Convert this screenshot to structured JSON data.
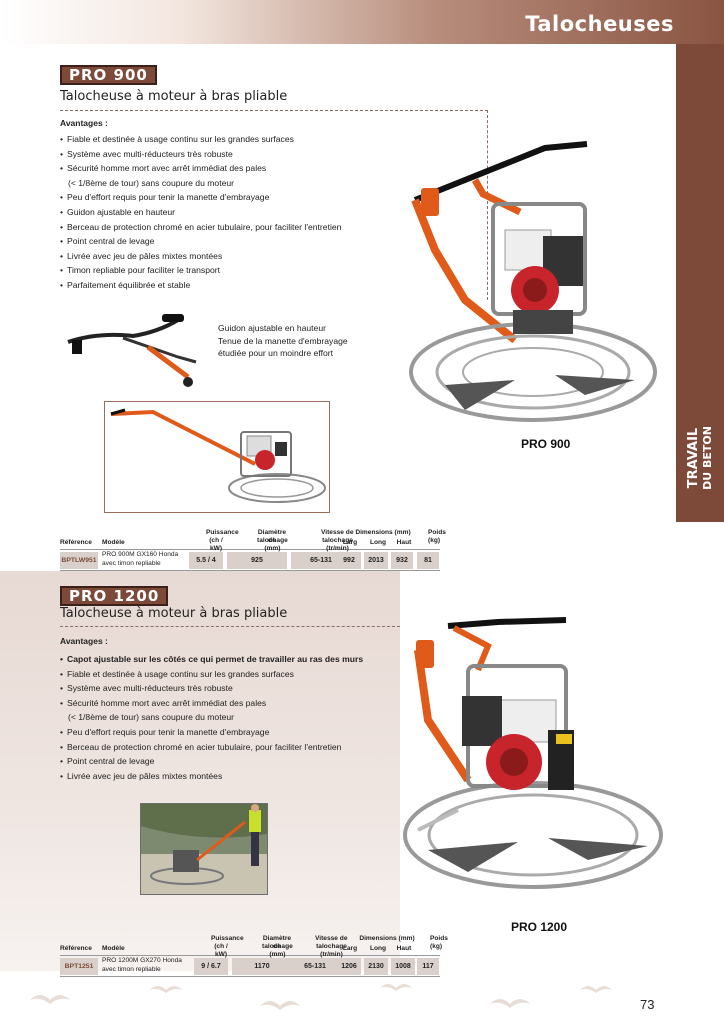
{
  "header": {
    "title": "Talocheuses"
  },
  "side_tab": {
    "line1": "TRAVAIL",
    "line2": "DU BETON"
  },
  "pro900": {
    "label": "PRO 900",
    "subtitle": "Talocheuse à moteur à bras pliable",
    "advantages_title": "Avantages :",
    "advantages": [
      "Fiable et destinée à usage continu sur les grandes surfaces",
      "Système avec multi-réducteurs très robuste",
      "Sécurité homme mort avec arrêt immédiat des pales",
      "(< 1/8ème de tour) sans coupure du moteur",
      "Peu d'effort requis pour tenir la manette d'embrayage",
      "Guidon ajustable en hauteur",
      "Berceau de protection chromé en acier tubulaire, pour faciliter l'entretien",
      "Point central de levage",
      "Livrée avec jeu de pâles mixtes montées",
      "Timon repliable pour faciliter le transport",
      "Parfaitement équilibrée et stable"
    ],
    "caption": [
      "Guidon ajustable en hauteur",
      "Tenue de la manette d'embrayage",
      "étudiée pour un moindre effort"
    ],
    "machine_name": "PRO 900",
    "table": {
      "headers": {
        "reference": "Référence",
        "modele": "Modèle",
        "puissance": "Puissance",
        "puissance_unit": "(ch / kW)",
        "diametre": "Diamètre de",
        "diametre_unit": "talochage (mm)",
        "vitesse": "Vitesse de",
        "vitesse_unit": "talochage (tr/min)",
        "dimensions": "Dimensions (mm)",
        "larg": "Larg",
        "long": "Long",
        "haut": "Haut",
        "poids": "Poids",
        "poids_unit": "(kg)"
      },
      "row": {
        "reference": "BPTLW951",
        "modele_1": "PRO 900M GX160 Honda",
        "modele_2": "avec timon repliable",
        "puissance": "5.5 / 4",
        "diametre": "925",
        "vitesse": "65-131",
        "larg": "992",
        "long": "2013",
        "haut": "932",
        "poids": "81"
      }
    }
  },
  "pro1200": {
    "label": "PRO 1200",
    "subtitle": "Talocheuse à moteur à bras pliable",
    "advantages_title": "Avantages :",
    "advantages_bold": "Capot ajustable sur les côtés ce qui permet de travailler au ras des murs",
    "advantages": [
      "Fiable et destinée à usage continu sur les grandes surfaces",
      "Système avec multi-réducteurs très robuste",
      "Sécurité homme mort avec arrêt immédiat des pales",
      "(< 1/8ème de tour) sans coupure du moteur",
      "Peu d'effort requis pour tenir la manette d'embrayage",
      "Berceau de protection chromé en acier tubulaire, pour faciliter l'entretien",
      "Point central de levage",
      "Livrée avec jeu de pâles mixtes montées"
    ],
    "machine_name": "PRO 1200",
    "table": {
      "headers": {
        "reference": "Référence",
        "modele": "Modèle",
        "puissance": "Puissance",
        "puissance_unit": "(ch / kW)",
        "diametre": "Diamètre de",
        "diametre_unit": "talochage (mm)",
        "vitesse": "Vitesse de",
        "vitesse_unit": "talochage (tr/min)",
        "dimensions": "Dimensions (mm)",
        "larg": "Larg",
        "long": "Long",
        "haut": "Haut",
        "poids": "Poids",
        "poids_unit": "(kg)"
      },
      "row": {
        "reference": "BPT1251",
        "modele_1": "PRO 1200M GX270 Honda",
        "modele_2": "avec timon repliable",
        "puissance": "9 / 6.7",
        "diametre": "1170",
        "vitesse": "65-131",
        "larg": "1206",
        "long": "2130",
        "haut": "1008",
        "poids": "117"
      }
    }
  },
  "page_number": "73"
}
